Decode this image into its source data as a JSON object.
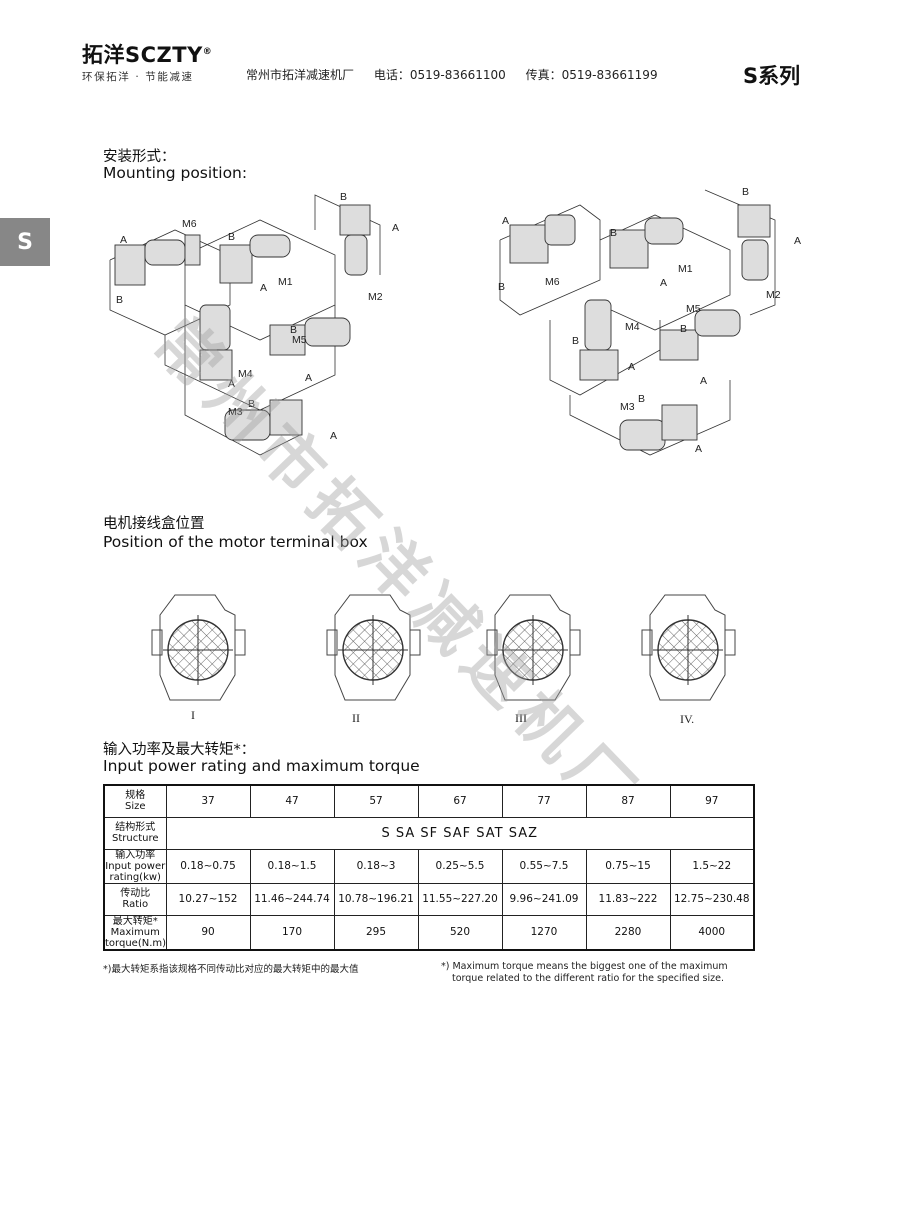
{
  "header": {
    "logo_name": "拓洋SCZTY",
    "logo_reg": "®",
    "logo_slogan": "环保拓洋 · 节能减速",
    "company": "常州市拓洋减速机厂",
    "phone": "电话：0519-83661100",
    "fax": "传真：0519-83661199",
    "series": "S系列"
  },
  "side_tab": "S",
  "mounting": {
    "title_cn": "安装形式：",
    "title_en": "Mounting position:",
    "labels": {
      "A": "A",
      "B": "B",
      "M1": "M1",
      "M2": "M2",
      "M3": "M3",
      "M4": "M4",
      "M5": "M5",
      "M6": "M6"
    }
  },
  "terminal": {
    "title_cn": "电机接线盒位置",
    "title_en": "Position of the motor terminal box",
    "positions": [
      "I",
      "II",
      "III",
      "IV."
    ]
  },
  "power": {
    "title_cn": "输入功率及最大转矩*：",
    "title_en": "Input power rating and maximum torque"
  },
  "table": {
    "row_size": {
      "cn": "规格",
      "en": "Size",
      "values": [
        "37",
        "47",
        "57",
        "67",
        "77",
        "87",
        "97"
      ]
    },
    "row_structure": {
      "cn": "结构形式",
      "en": "Structure",
      "value": "S  SA  SF  SAF  SAT  SAZ"
    },
    "row_power": {
      "cn": "输入功率",
      "en1": "Input power",
      "en2": "rating(kw)",
      "values": [
        "0.18~0.75",
        "0.18~1.5",
        "0.18~3",
        "0.25~5.5",
        "0.55~7.5",
        "0.75~15",
        "1.5~22"
      ]
    },
    "row_ratio": {
      "cn": "传动比",
      "en": "Ratio",
      "values": [
        "10.27~152",
        "11.46~244.74",
        "10.78~196.21",
        "11.55~227.20",
        "9.96~241.09",
        "11.83~222",
        "12.75~230.48"
      ]
    },
    "row_torque": {
      "cn": "最大转矩*",
      "en1": "Maximum",
      "en2": "torque(N.m)",
      "values": [
        "90",
        "170",
        "295",
        "520",
        "1270",
        "2280",
        "4000"
      ]
    }
  },
  "notes": {
    "cn": "*)最大转矩系指该规格不同传动比对应的最大转矩中的最大值",
    "en1": "*) Maximum torque means the biggest one of the maximum",
    "en2": "torque related to the different ratio for the specified size."
  },
  "watermark": "常州市拓洋减速机厂"
}
